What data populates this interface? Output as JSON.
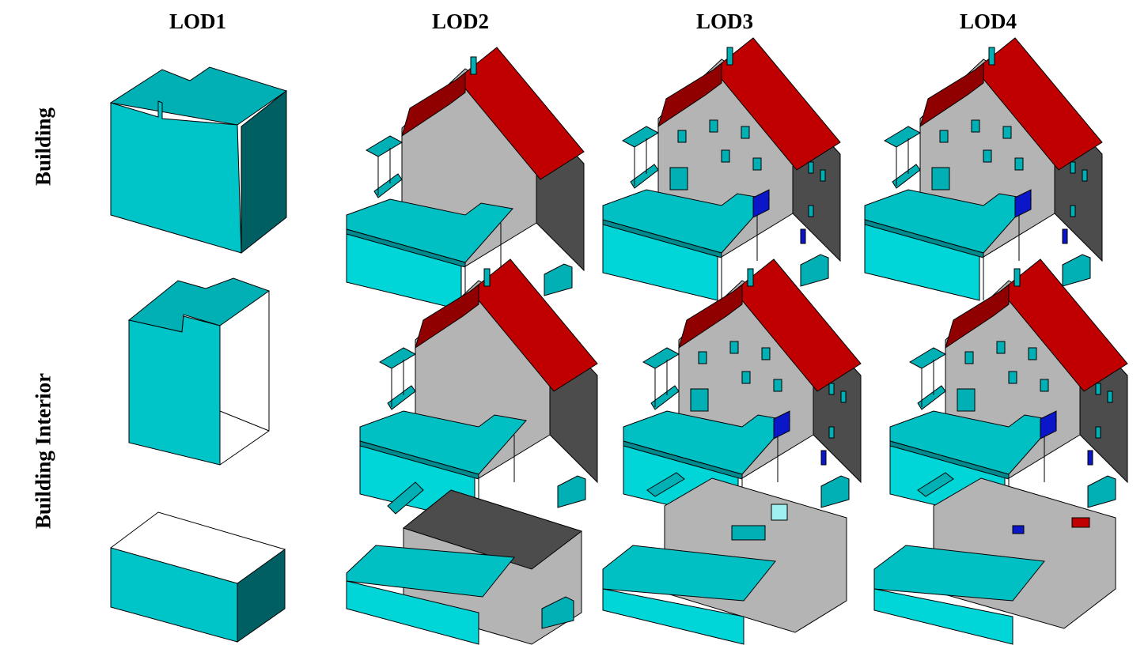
{
  "columns": [
    "LOD1",
    "LOD2",
    "LOD3",
    "LOD4"
  ],
  "rows": {
    "building": "Building",
    "interior": "Building  Interior"
  },
  "colors": {
    "cyan_front": "#00c5c8",
    "cyan_top": "#00b0b4",
    "cyan_dark": "#005f63",
    "roof_red": "#c00000",
    "roof_dark": "#900000",
    "wall_gray": "#b4b4b4",
    "wall_dark": "#4c4c4c",
    "window_blue": "#0a16c8",
    "outline": "#000000"
  },
  "icons": [
    "building-model-icon"
  ]
}
